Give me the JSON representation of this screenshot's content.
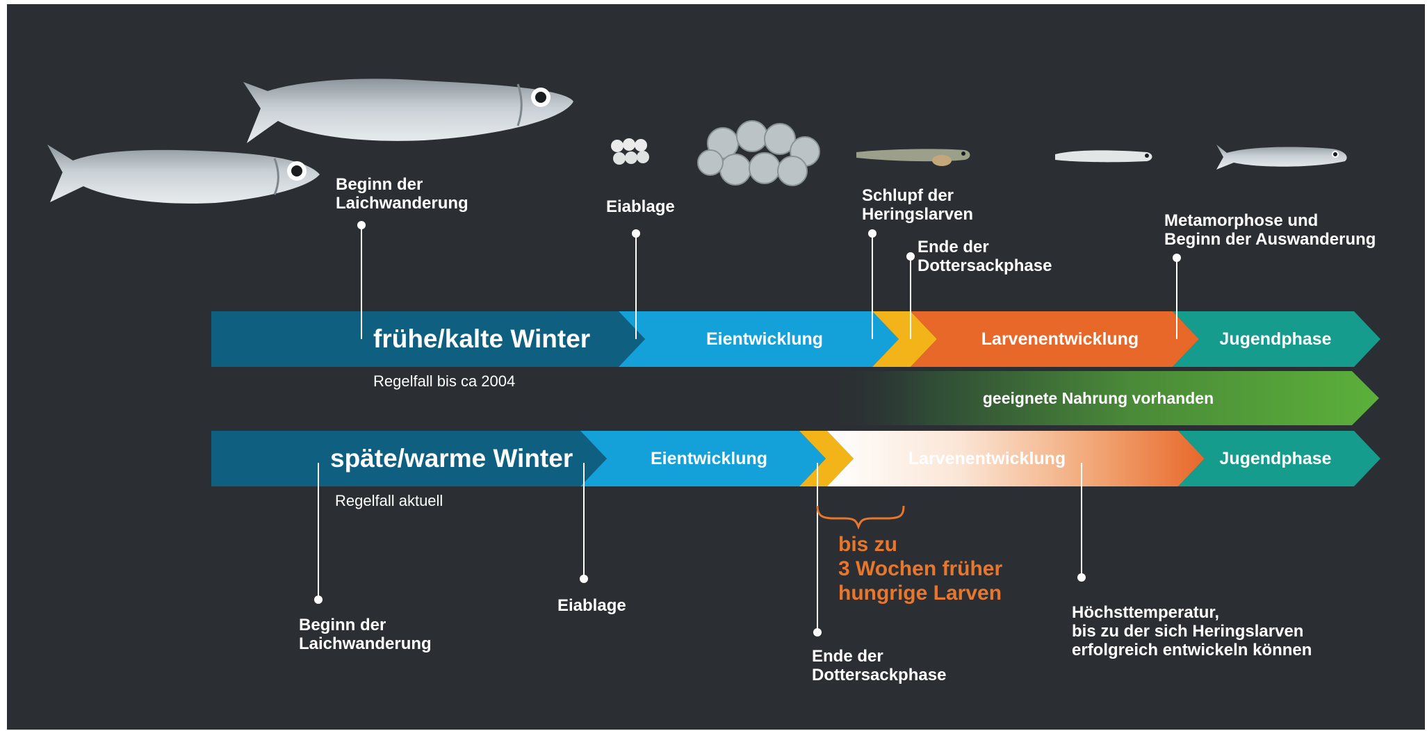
{
  "colors": {
    "background": "#2b2f33",
    "dark_blue": "#0e5f80",
    "light_blue": "#14a0d8",
    "yellow": "#f2b418",
    "orange": "#e8682a",
    "teal": "#169c8c",
    "green": "#58a83a",
    "note_orange": "#e8772e"
  },
  "top": {
    "title": "frühe/kalte Winter",
    "subtitle": "Regelfall bis ca 2004",
    "phases": {
      "egg": "Eientwicklung",
      "larva": "Larvenentwicklung",
      "juvenile": "Jugendphase"
    },
    "markers": {
      "migration": "Beginn der\nLaichwanderung",
      "spawning": "Eiablage",
      "hatching": "Schlupf der\nHeringslarven",
      "yolk_end": "Ende der\nDottersackphase",
      "metamorphosis": "Metamorphose und\nBeginn der Auswanderung"
    }
  },
  "food_bar": {
    "label": "geeignete Nahrung vorhanden"
  },
  "bottom": {
    "title": "späte/warme Winter",
    "subtitle": "Regelfall aktuell",
    "phases": {
      "egg": "Eientwicklung",
      "larva": "Larvenentwicklung",
      "juvenile": "Jugendphase"
    },
    "markers": {
      "migration": "Beginn der\nLaichwanderung",
      "spawning": "Eiablage",
      "yolk_end": "Ende der\nDottersackphase",
      "max_temp": "Höchsttemperatur,\nbis zu der sich Heringslarven\nerfolgreich entwickeln können"
    }
  },
  "note": {
    "text": "bis zu\n3 Wochen früher\nhungrige Larven"
  },
  "illustrations": [
    "herring-adult-icon",
    "herring-adult-icon",
    "eggs-small-icon",
    "eggs-cluster-icon",
    "larva-yolk-icon",
    "larva-icon",
    "juvenile-herring-icon"
  ]
}
